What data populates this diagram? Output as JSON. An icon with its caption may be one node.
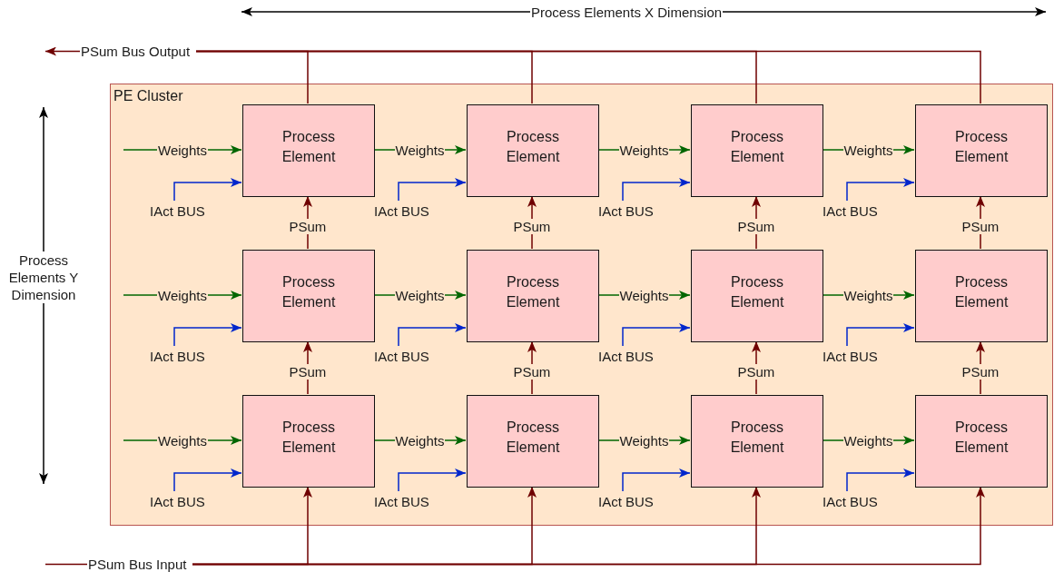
{
  "diagram": {
    "nodes": [
      {
        "text": [
          "PE Cluster"
        ]
      },
      {
        "text": [
          "Process Element"
        ],
        "in": 0
      },
      {
        "text": [
          "Process Element"
        ],
        "in": 0
      },
      {
        "text": [
          "Process Element"
        ],
        "in": 0
      },
      {
        "text": [
          "Process Element"
        ],
        "in": 0
      },
      {
        "text": [
          "Process Element"
        ],
        "in": 0
      },
      {
        "text": [
          "Process Element"
        ],
        "in": 0
      },
      {
        "text": [
          "Process Element"
        ],
        "in": 0
      },
      {
        "text": [
          "Process Element"
        ],
        "in": 0
      },
      {
        "text": [
          "Process Element"
        ],
        "in": 0
      },
      {
        "text": [
          "Process Element"
        ],
        "in": 0
      },
      {
        "text": [
          "Process Element"
        ],
        "in": 0
      },
      {
        "text": [
          "Process Element"
        ],
        "in": 0
      },
      {
        "text": [
          "IAct BUS"
        ],
        "in": 0
      },
      {
        "text": [
          "IAct BUS"
        ],
        "in": 0
      },
      {
        "text": [
          "IAct BUS"
        ],
        "in": 0
      },
      {
        "text": [
          "IAct BUS"
        ],
        "in": 0
      },
      {
        "text": [
          "IAct BUS"
        ],
        "in": 0
      },
      {
        "text": [
          "IAct BUS"
        ],
        "in": 0
      },
      {
        "text": [
          "IAct BUS"
        ],
        "in": 0
      },
      {
        "text": [
          "IAct BUS"
        ],
        "in": 0
      },
      {
        "text": [
          "IAct BUS"
        ],
        "in": 0
      },
      {
        "text": [
          "IAct BUS"
        ],
        "in": 0
      },
      {
        "text": [
          "IAct BUS"
        ],
        "in": 0
      },
      {
        "text": [
          "IAct BUS"
        ],
        "in": 0
      },
      {
        "text": [
          "PSum Bus Output"
        ]
      },
      {
        "text": [
          "PSum Bus Input"
        ]
      }
    ],
    "edges": [
      {
        "from": null,
        "to": 1,
        "arrow": "to",
        "label": "Weights",
        "color": "#006600"
      },
      {
        "from": 1,
        "to": 2,
        "arrow": "to",
        "label": "Weights",
        "color": "#006600"
      },
      {
        "from": 2,
        "to": 3,
        "arrow": "to",
        "label": "Weights",
        "color": "#006600"
      },
      {
        "from": 3,
        "to": 4,
        "arrow": "to",
        "label": "Weights",
        "color": "#006600"
      },
      {
        "from": null,
        "to": 5,
        "arrow": "to",
        "label": "Weights",
        "color": "#006600"
      },
      {
        "from": 5,
        "to": 6,
        "arrow": "to",
        "label": "Weights",
        "color": "#006600"
      },
      {
        "from": 6,
        "to": 7,
        "arrow": "to",
        "label": "Weights",
        "color": "#006600"
      },
      {
        "from": 7,
        "to": 8,
        "arrow": "to",
        "label": "Weights",
        "color": "#006600"
      },
      {
        "from": null,
        "to": 9,
        "arrow": "to",
        "label": "Weights",
        "color": "#006600"
      },
      {
        "from": 9,
        "to": 10,
        "arrow": "to",
        "label": "Weights",
        "color": "#006600"
      },
      {
        "from": 10,
        "to": 11,
        "arrow": "to",
        "label": "Weights",
        "color": "#006600"
      },
      {
        "from": 11,
        "to": 12,
        "arrow": "to",
        "label": "Weights",
        "color": "#006600"
      },
      {
        "from": 13,
        "to": 1,
        "arrow": "to",
        "color": "#0026cc"
      },
      {
        "from": 14,
        "to": 2,
        "arrow": "to",
        "color": "#0026cc"
      },
      {
        "from": 15,
        "to": 3,
        "arrow": "to",
        "color": "#0026cc"
      },
      {
        "from": 16,
        "to": 4,
        "arrow": "to",
        "color": "#0026cc"
      },
      {
        "from": 17,
        "to": 5,
        "arrow": "to",
        "color": "#0026cc"
      },
      {
        "from": 18,
        "to": 6,
        "arrow": "to",
        "color": "#0026cc"
      },
      {
        "from": 19,
        "to": 7,
        "arrow": "to",
        "color": "#0026cc"
      },
      {
        "from": 20,
        "to": 8,
        "arrow": "to",
        "color": "#0026cc"
      },
      {
        "from": 21,
        "to": 9,
        "arrow": "to",
        "color": "#0026cc"
      },
      {
        "from": 22,
        "to": 10,
        "arrow": "to",
        "color": "#0026cc"
      },
      {
        "from": 23,
        "to": 11,
        "arrow": "to",
        "color": "#0026cc"
      },
      {
        "from": 24,
        "to": 12,
        "arrow": "to",
        "color": "#0026cc"
      },
      {
        "from": 5,
        "to": 1,
        "arrow": "to",
        "label": "PSum"
      },
      {
        "from": 6,
        "to": 2,
        "arrow": "to",
        "label": "PSum"
      },
      {
        "from": 7,
        "to": 3,
        "arrow": "to",
        "label": "PSum"
      },
      {
        "from": 8,
        "to": 4,
        "arrow": "to",
        "label": "PSum"
      },
      {
        "from": 9,
        "to": 5,
        "arrow": "to",
        "label": "PSum"
      },
      {
        "from": 10,
        "to": 6,
        "arrow": "to",
        "label": "PSum"
      },
      {
        "from": 11,
        "to": 7,
        "arrow": "to",
        "label": "PSum"
      },
      {
        "from": 12,
        "to": 8,
        "arrow": "to",
        "label": "PSum"
      },
      {
        "from": 1,
        "to": 25,
        "arrow": "none"
      },
      {
        "from": 2,
        "to": 25,
        "arrow": "none"
      },
      {
        "from": 3,
        "to": 25,
        "arrow": "none"
      },
      {
        "from": 4,
        "to": 25,
        "arrow": "none"
      },
      {
        "from": 25,
        "to": null,
        "arrow": "to"
      },
      {
        "from": null,
        "to": 26,
        "arrow": "none"
      },
      {
        "from": 26,
        "to": 9,
        "arrow": "to"
      },
      {
        "from": 26,
        "to": 10,
        "arrow": "to"
      },
      {
        "from": 26,
        "to": 11,
        "arrow": "to"
      },
      {
        "from": 26,
        "to": 12,
        "arrow": "to"
      }
    ],
    "labels": [
      "Process Elements X Dimension",
      "Process Elements Y Dimension"
    ]
  }
}
